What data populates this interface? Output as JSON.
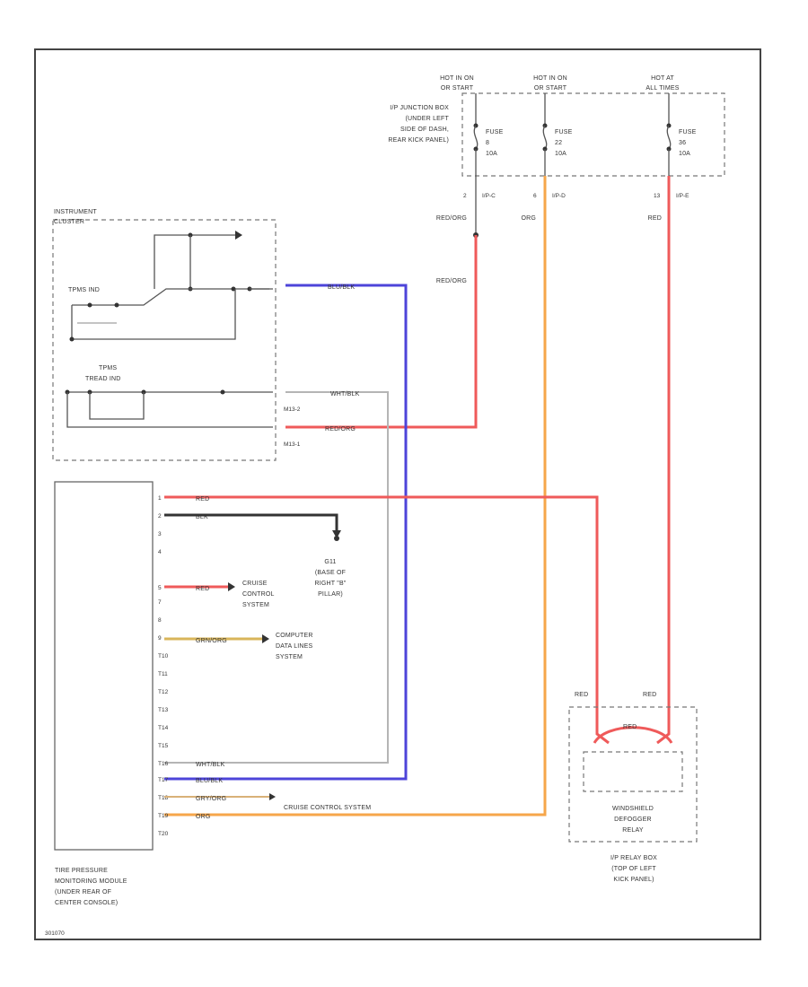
{
  "diagram": {
    "hot_labels": [
      {
        "line1": "HOT IN ON",
        "line2": "OR START"
      },
      {
        "line1": "HOT IN ON",
        "line2": "OR START"
      },
      {
        "line1": "HOT AT",
        "line2": "ALL TIMES"
      }
    ],
    "junction_box": [
      "I/P JUNCTION BOX",
      "(UNDER LEFT",
      "SIDE OF DASH,",
      "REAR KICK PANEL)"
    ],
    "fuses": [
      {
        "name": "FUSE",
        "number": "8",
        "amps": "10A",
        "pin": "2",
        "connector": "I/P-C",
        "wire": "RED/ORG"
      },
      {
        "name": "FUSE",
        "number": "22",
        "amps": "10A",
        "pin": "6",
        "connector": "I/P-D",
        "wire": "ORG"
      },
      {
        "name": "FUSE",
        "number": "36",
        "amps": "10A",
        "pin": "13",
        "connector": "I/P-E",
        "wire": "RED"
      }
    ],
    "red_org_lower": "RED/ORG",
    "instrument_cluster": {
      "title": [
        "INSTRUMENT",
        "CLUSTER"
      ],
      "tpms_indicator": "TPMS IND",
      "tpms_tread_ind": [
        "TPMS",
        "TREAD IND"
      ],
      "connectors": [
        "M13-2",
        "M13-1"
      ],
      "wires": {
        "blu_blk": "BLU/BLK",
        "wht_blk": "WHT/BLK",
        "red_org": "RED/ORG"
      }
    },
    "module": {
      "title": [
        "TIRE PRESSURE",
        "MONITORING MODULE",
        "(UNDER REAR OF",
        "CENTER CONSOLE)"
      ],
      "pins": [
        {
          "pin": "1",
          "wire": "RED"
        },
        {
          "pin": "2",
          "wire": "BLK"
        },
        {
          "pin": "3",
          "wire": ""
        },
        {
          "pin": "4",
          "wire": ""
        },
        {
          "pin": "5",
          "wire": "RED"
        },
        {
          "pin": "7",
          "wire": ""
        },
        {
          "pin": "8",
          "wire": ""
        },
        {
          "pin": "9",
          "wire": "GRN/ORG"
        },
        {
          "pin": "T10",
          "wire": ""
        },
        {
          "pin": "T11",
          "wire": ""
        },
        {
          "pin": "T12",
          "wire": ""
        },
        {
          "pin": "T13",
          "wire": ""
        },
        {
          "pin": "T14",
          "wire": ""
        },
        {
          "pin": "T15",
          "wire": ""
        },
        {
          "pin": "T16",
          "wire": "WHT/BLK"
        },
        {
          "pin": "T17",
          "wire": "BLU/BLK"
        },
        {
          "pin": "T18",
          "wire": "GRY/ORG"
        },
        {
          "pin": "T19",
          "wire": "ORG"
        },
        {
          "pin": "T20",
          "wire": ""
        }
      ]
    },
    "ground": [
      "G11",
      "(BASE OF",
      "RIGHT \"B\"",
      "PILLAR)"
    ],
    "cruise_control": [
      "CRUISE",
      "CONTROL",
      "SYSTEM"
    ],
    "computer_data": [
      "COMPUTER",
      "DATA LINES",
      "SYSTEM"
    ],
    "cruise_control_long": "CRUISE CONTROL SYSTEM",
    "relay": {
      "wire_left": "RED",
      "wire_right": "RED",
      "jumper": "RED",
      "name": [
        "WINDSHIELD",
        "DEFOGGER",
        "RELAY"
      ],
      "box": [
        "I/P RELAY BOX",
        "(TOP OF LEFT",
        "KICK PANEL)"
      ]
    },
    "footer_code": "301070",
    "colors": {
      "red": "#ef5a5a",
      "orange": "#f6a64a",
      "blue": "#4d44d9",
      "black": "#333333",
      "white_wire": "#b5b5b5",
      "gry_org": "#d9b178"
    }
  }
}
